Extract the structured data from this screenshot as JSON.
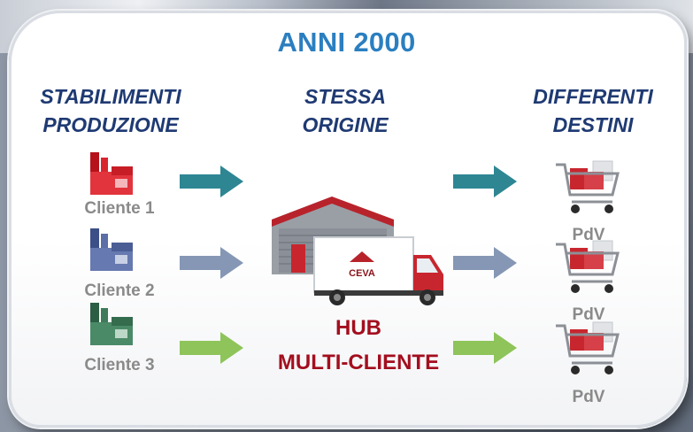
{
  "title": "ANNI 2000",
  "columns": {
    "left": [
      "STABILIMENTI",
      "PRODUZIONE"
    ],
    "middle": [
      "STESSA",
      "ORIGINE"
    ],
    "right": [
      "DIFFERENTI",
      "DESTINI"
    ]
  },
  "clients": [
    {
      "label": "Cliente 1",
      "color": "#d9262e"
    },
    {
      "label": "Cliente 2",
      "color": "#5b6fa6"
    },
    {
      "label": "Cliente 3",
      "color": "#3f7a5a"
    }
  ],
  "arrows": {
    "colors": [
      "#2e8693",
      "#8597b4",
      "#8ec45a"
    ]
  },
  "hub": {
    "line1": "HUB",
    "line2": "MULTI-CLIENTE",
    "truck_logo": "CEVA"
  },
  "destinations": [
    {
      "label": "PdV"
    },
    {
      "label": "PdV"
    },
    {
      "label": "PdV"
    }
  ]
}
